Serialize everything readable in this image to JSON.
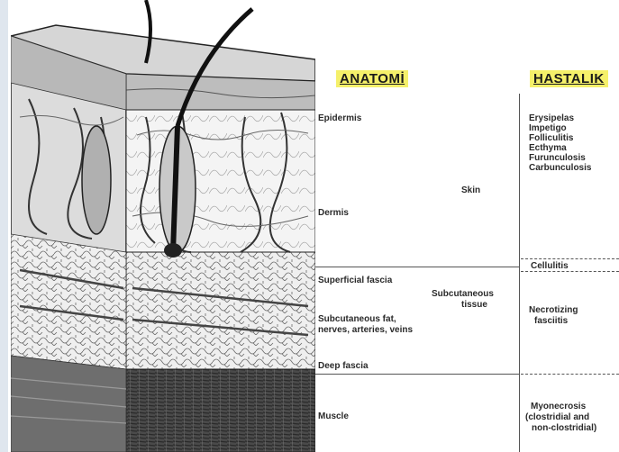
{
  "headers": {
    "anatomy": "ANATOMİ",
    "disease": "HASTALIK"
  },
  "anatomy": {
    "epidermis": "Epidermis",
    "skin": "Skin",
    "dermis": "Dermis",
    "superficial_fascia": "Superficial fascia",
    "subcutaneous_tissue_1": "Subcutaneous",
    "subcutaneous_tissue_2": "tissue",
    "subcut_fat_1": "Subcutaneous fat,",
    "subcut_fat_2": "nerves, arteries, veins",
    "deep_fascia": "Deep fascia",
    "muscle": "Muscle"
  },
  "diseases": {
    "skin_list": [
      "Erysipelas",
      "Impetigo",
      "Folliculitis",
      "Ecthyma",
      "Furunculosis",
      "Carbunculosis"
    ],
    "cellulitis": "Cellulitis",
    "necrotizing_1": "Necrotizing",
    "necrotizing_2": "fasciitis",
    "myonecrosis_1": "Myonecrosis",
    "myonecrosis_2": "(clostridial and",
    "myonecrosis_3": "non-clostridial)"
  },
  "colors": {
    "header_highlight": "#f5f06a",
    "line": "#555555",
    "side_strip": "#dfe6ee"
  }
}
